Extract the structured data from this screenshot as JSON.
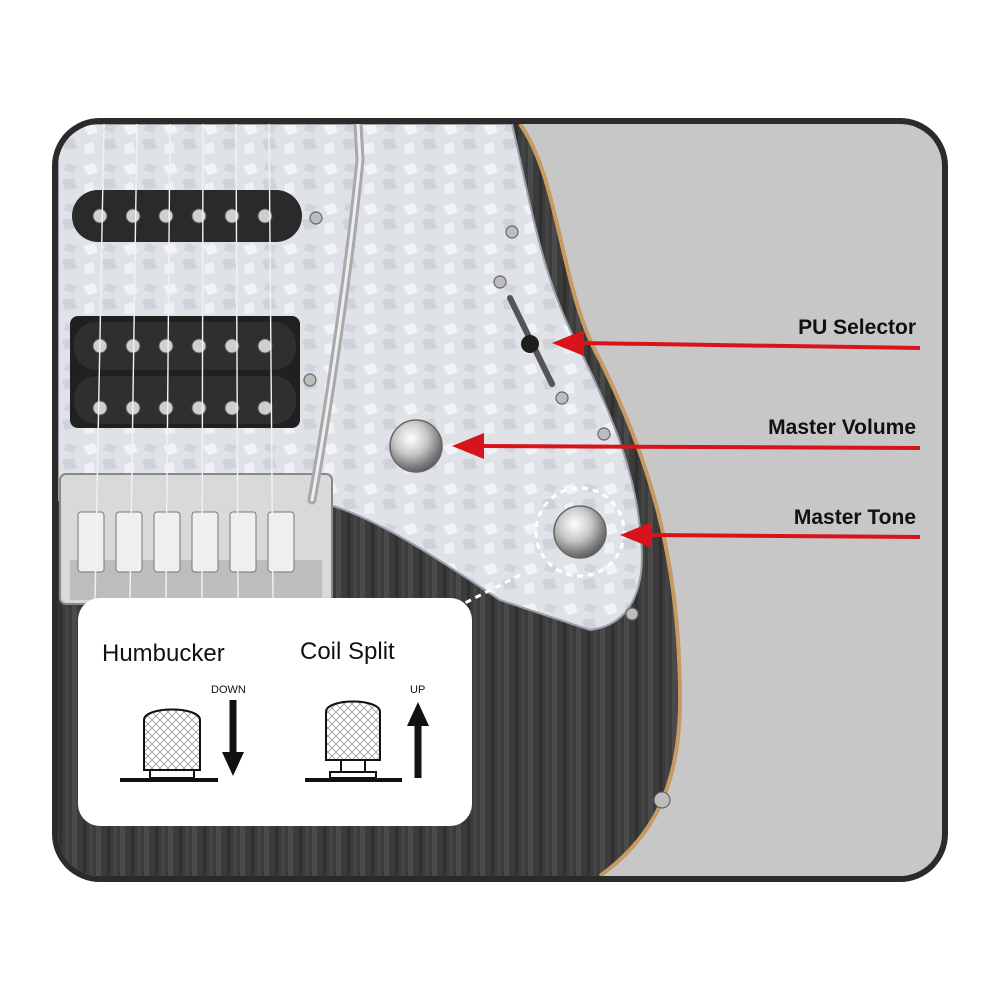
{
  "callouts": {
    "pu_selector": "PU Selector",
    "master_volume": "Master Volume",
    "master_tone": "Master Tone"
  },
  "legend_panel": {
    "humbucker": {
      "title": "Humbucker",
      "direction": "DOWN"
    },
    "coil_split": {
      "title": "Coil Split",
      "direction": "UP"
    }
  },
  "colors": {
    "frame": "#2b2b2b",
    "background_gray": "#c7c7c7",
    "pickguard": "#dfe3e8",
    "body_dark": "#3c3c3c",
    "arrow_red": "#d7141c",
    "chrome": "#cfcfcf"
  }
}
